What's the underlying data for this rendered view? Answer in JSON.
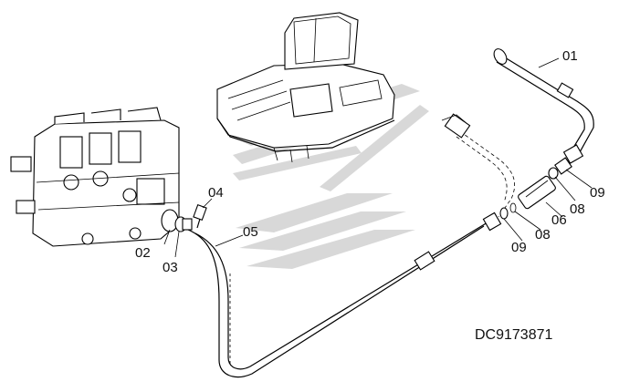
{
  "callouts": {
    "c01": "01",
    "c02": "02",
    "c03": "03",
    "c04": "04",
    "c05": "05",
    "c06": "06",
    "c08a": "08",
    "c08b": "08",
    "c09a": "09",
    "c09b": "09"
  },
  "drawing_code": "DC9173871"
}
